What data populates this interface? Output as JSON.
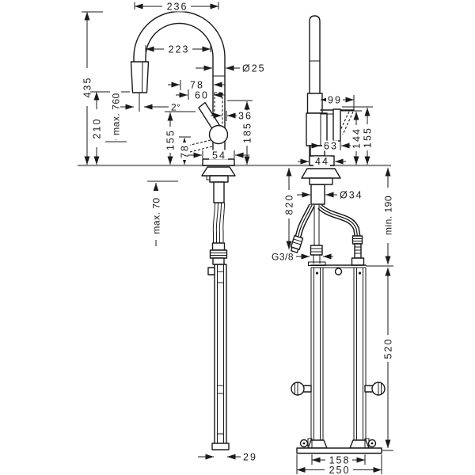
{
  "drawing": {
    "type": "technical-dimension-drawing",
    "product": "kitchen-mixer-pull-out-spray-with-under-sink-box",
    "views": [
      "front-elevation",
      "side-elevation"
    ],
    "units": "mm",
    "line_color": "#1a1a1a",
    "counter_color": "#8f8f8f"
  },
  "dims": {
    "front": {
      "width": "236",
      "reach": "223",
      "height": "435",
      "outlet_height": "210",
      "max_height": "max. 760",
      "angle": "2°",
      "spout_dia": "Ø25",
      "offset_a": "78",
      "offset_b": "60",
      "offset_c": "36",
      "handle_height": "155",
      "body_height": "185",
      "lever_height": "78",
      "base_width": "54",
      "counter_thickness": "max. 70",
      "box_depth": "29"
    },
    "side": {
      "handle_length": "99",
      "handle_offset": "63",
      "height_a": "144",
      "height_b": "155",
      "base_depth": "44",
      "shank_dia": "Ø34",
      "hose_length": "820",
      "min_clearance": "min. 190",
      "thread": "G3/8",
      "box_height": "520",
      "box_inner_width": "158",
      "box_outer_width": "250"
    }
  }
}
